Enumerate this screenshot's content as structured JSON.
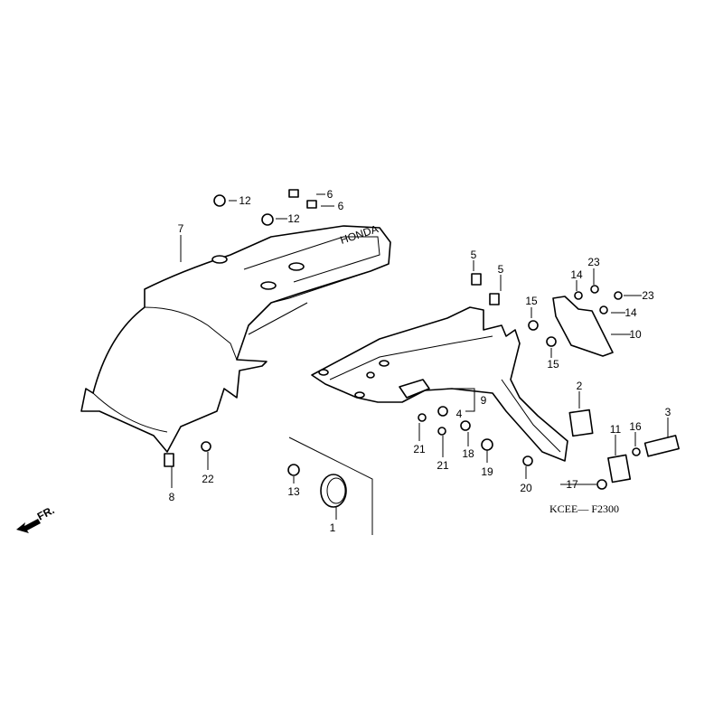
{
  "diagram": {
    "code": "KCEE— F2300",
    "front_arrow": "FR.",
    "logo_text": "HONDA",
    "callouts": [
      "1",
      "2",
      "3",
      "4",
      "5",
      "5",
      "6",
      "6",
      "7",
      "8",
      "9",
      "10",
      "11",
      "12",
      "12",
      "13",
      "14",
      "14",
      "15",
      "15",
      "16",
      "17",
      "18",
      "19",
      "20",
      "21",
      "21",
      "22",
      "23",
      "23"
    ]
  }
}
